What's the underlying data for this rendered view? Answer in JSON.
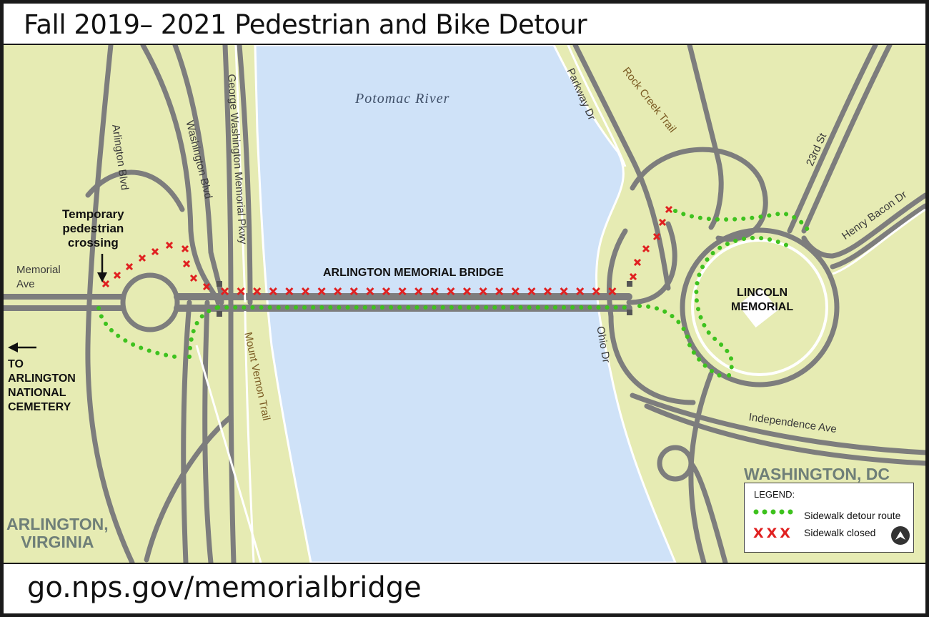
{
  "title": "Fall 2019– 2021 Pedestrian and Bike Detour",
  "footer_url": "go.nps.gov/memorialbridge",
  "map": {
    "river": "Potomac River",
    "roads": {
      "arlington_blvd": "Arlington Blvd",
      "washington_blvd": "Washington Blvd",
      "gw_parkway": "George Washington Memorial Pkwy",
      "memorial_ave": "Memorial\nAve",
      "parkway_dr": "Parkway Dr",
      "ohio_dr": "Ohio Dr",
      "independence_ave": "Independence Ave",
      "st_23rd": "23rd St",
      "henry_bacon_dr": "Henry Bacon Dr"
    },
    "trails": {
      "rock_creek": "Rock Creek Trail",
      "mount_vernon": "Mount Vernon Trail"
    },
    "labels": {
      "temporary_crossing": "Temporary\npedestrian\ncrossing",
      "bridge": "ARLINGTON MEMORIAL BRIDGE",
      "lincoln": "LINCOLN\nMEMORIAL",
      "to_cemetery": "TO\nARLINGTON\nNATIONAL\nCEMETERY",
      "arlington": "ARLINGTON,\nVIRGINIA",
      "washington": "WASHINGTON, DC"
    }
  },
  "legend": {
    "title": "LEGEND:",
    "detour": "Sidewalk detour route",
    "closed": "Sidewalk closed",
    "x_marks": "XXX"
  },
  "colors": {
    "land": "#e6ebb3",
    "water": "#cfe2f8",
    "road": "#7d7d7d",
    "detour": "#3ec21e",
    "closed": "#e02020"
  },
  "icons": {
    "arrow": "left-arrow-icon",
    "pointer": "down-arrow-icon",
    "logo": "nps-compass-icon"
  }
}
